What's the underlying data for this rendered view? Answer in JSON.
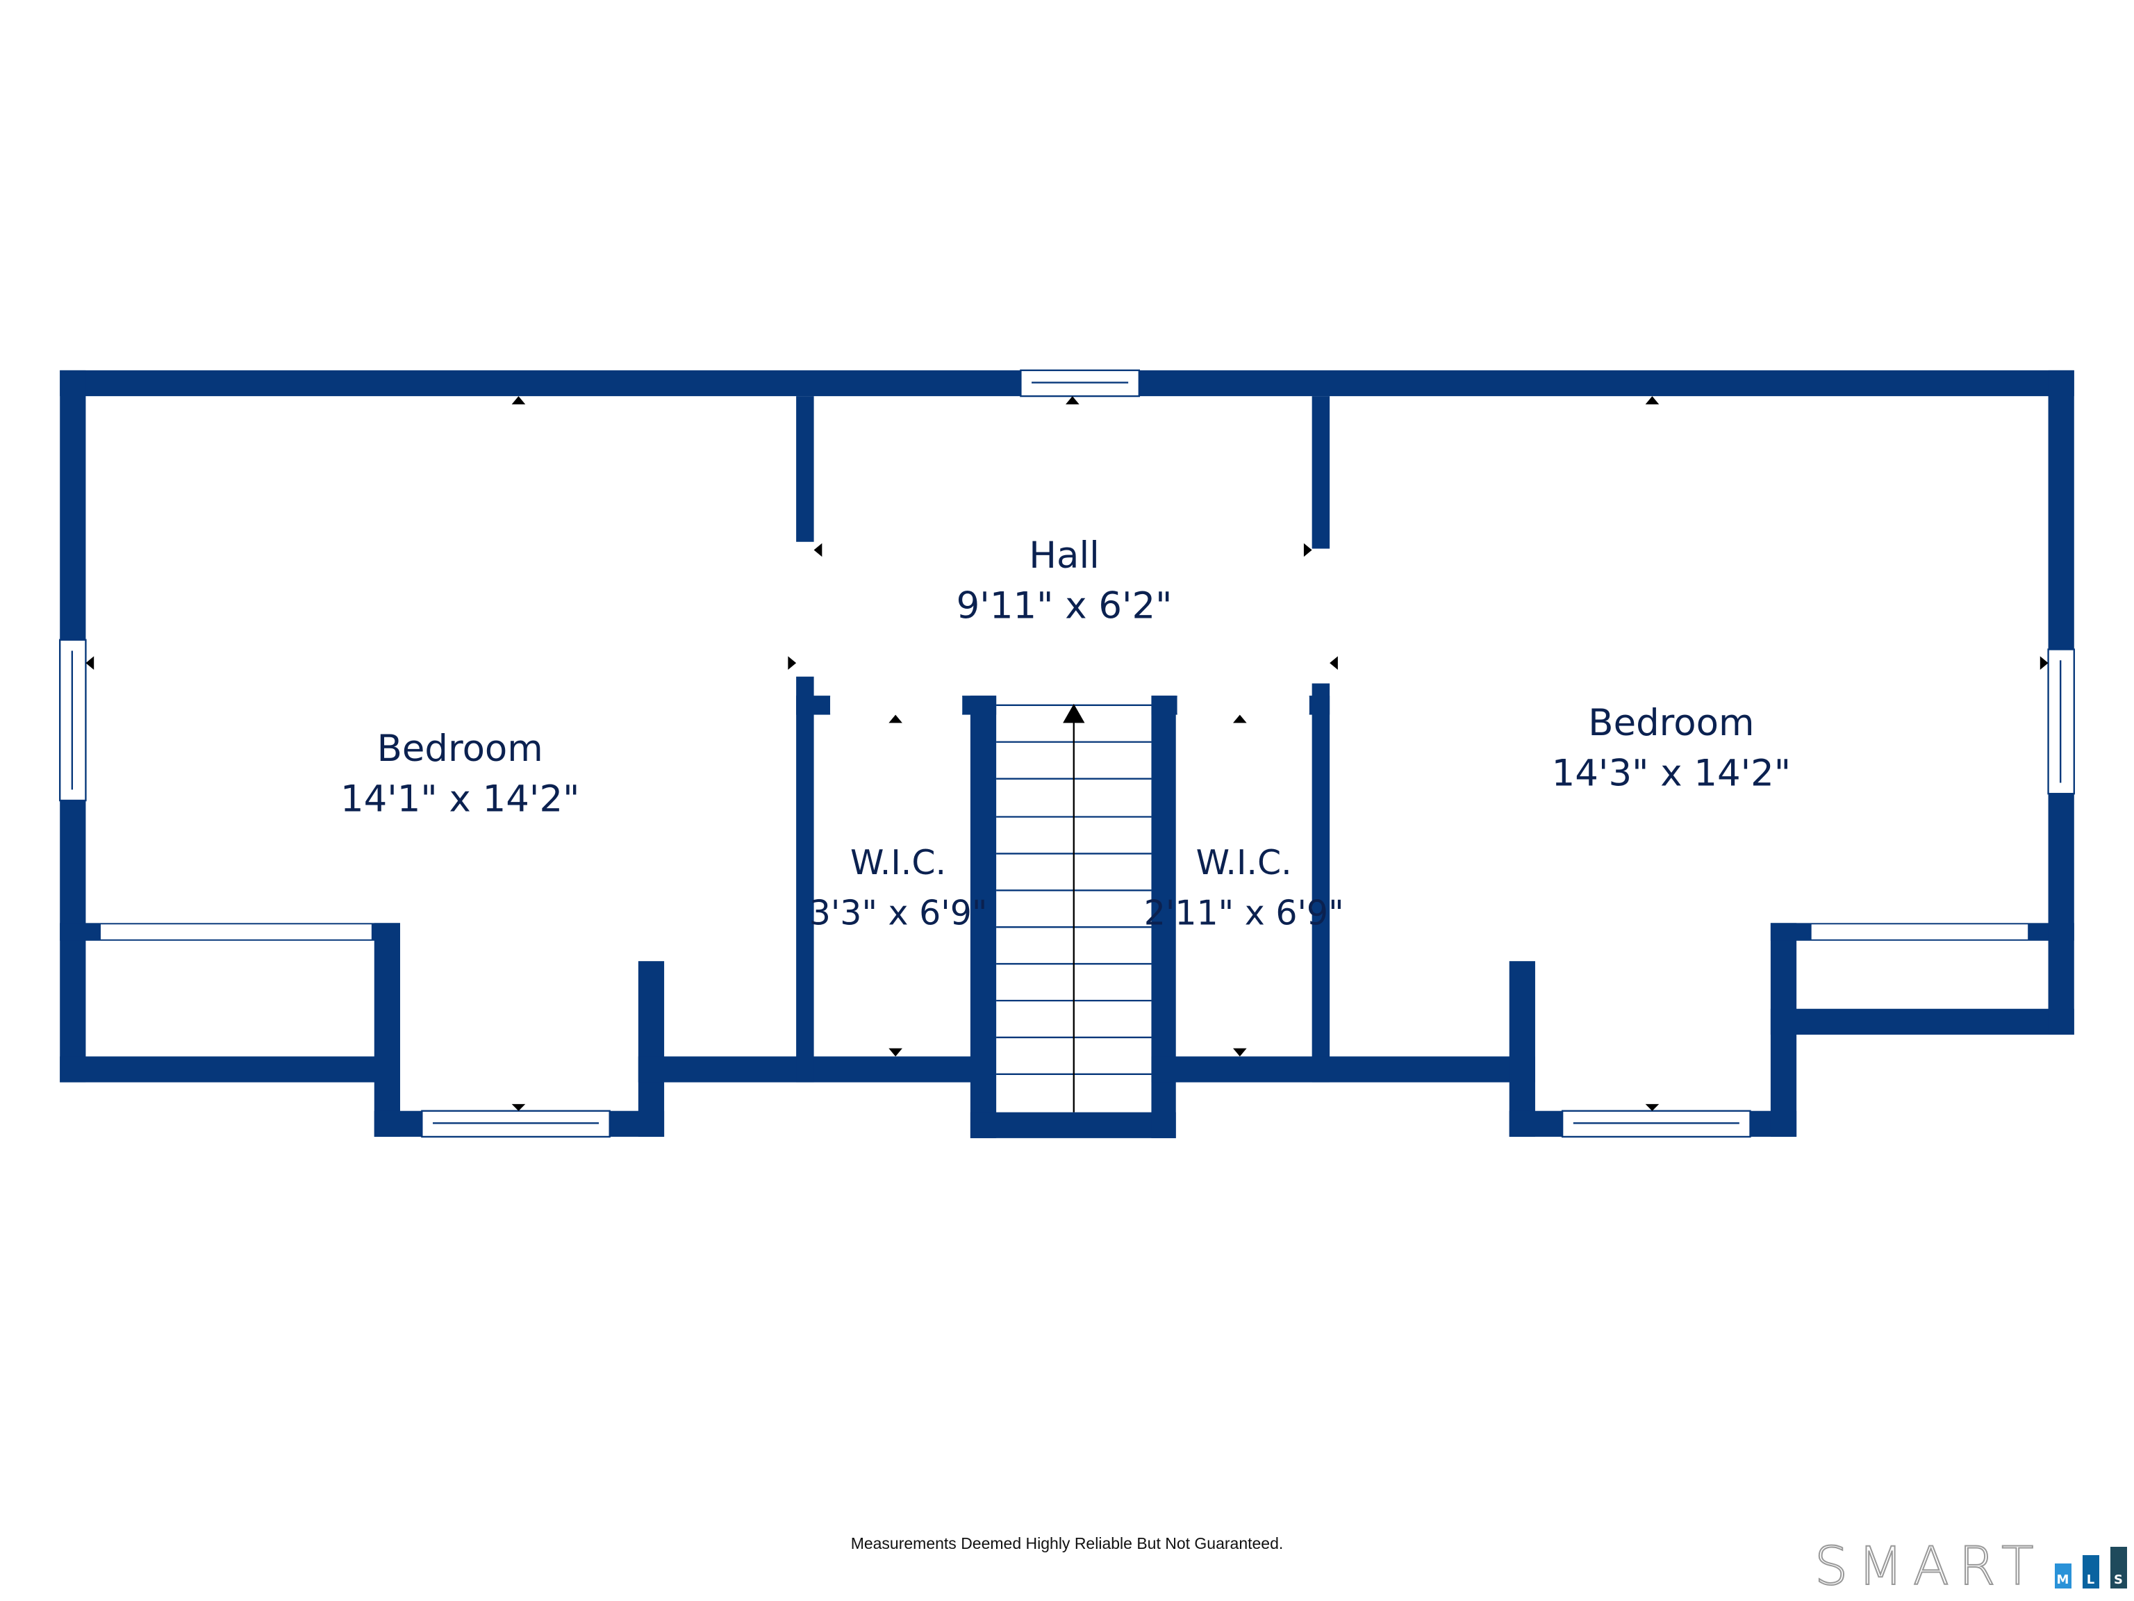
{
  "rooms": [
    {
      "name": "Bedroom",
      "dims": "14'1\" x 14'2\""
    },
    {
      "name": "Hall",
      "dims": "9'11\" x 6'2\""
    },
    {
      "name": "W.I.C.",
      "dims": "3'3\" x 6'9\""
    },
    {
      "name": "W.I.C.",
      "dims": "2'11\" x 6'9\""
    },
    {
      "name": "Bedroom",
      "dims": "14'3\" x 14'2\""
    }
  ],
  "footer": {
    "disclaimer": "Measurements Deemed Highly Reliable But Not Guaranteed."
  },
  "logo": {
    "word": "SMART",
    "letters": [
      "M",
      "L",
      "S"
    ],
    "colors": [
      "#2a92d8",
      "#0a63a0",
      "#1f4a5c"
    ]
  },
  "colors": {
    "wall": "#06377a",
    "label": "#0b2150"
  }
}
